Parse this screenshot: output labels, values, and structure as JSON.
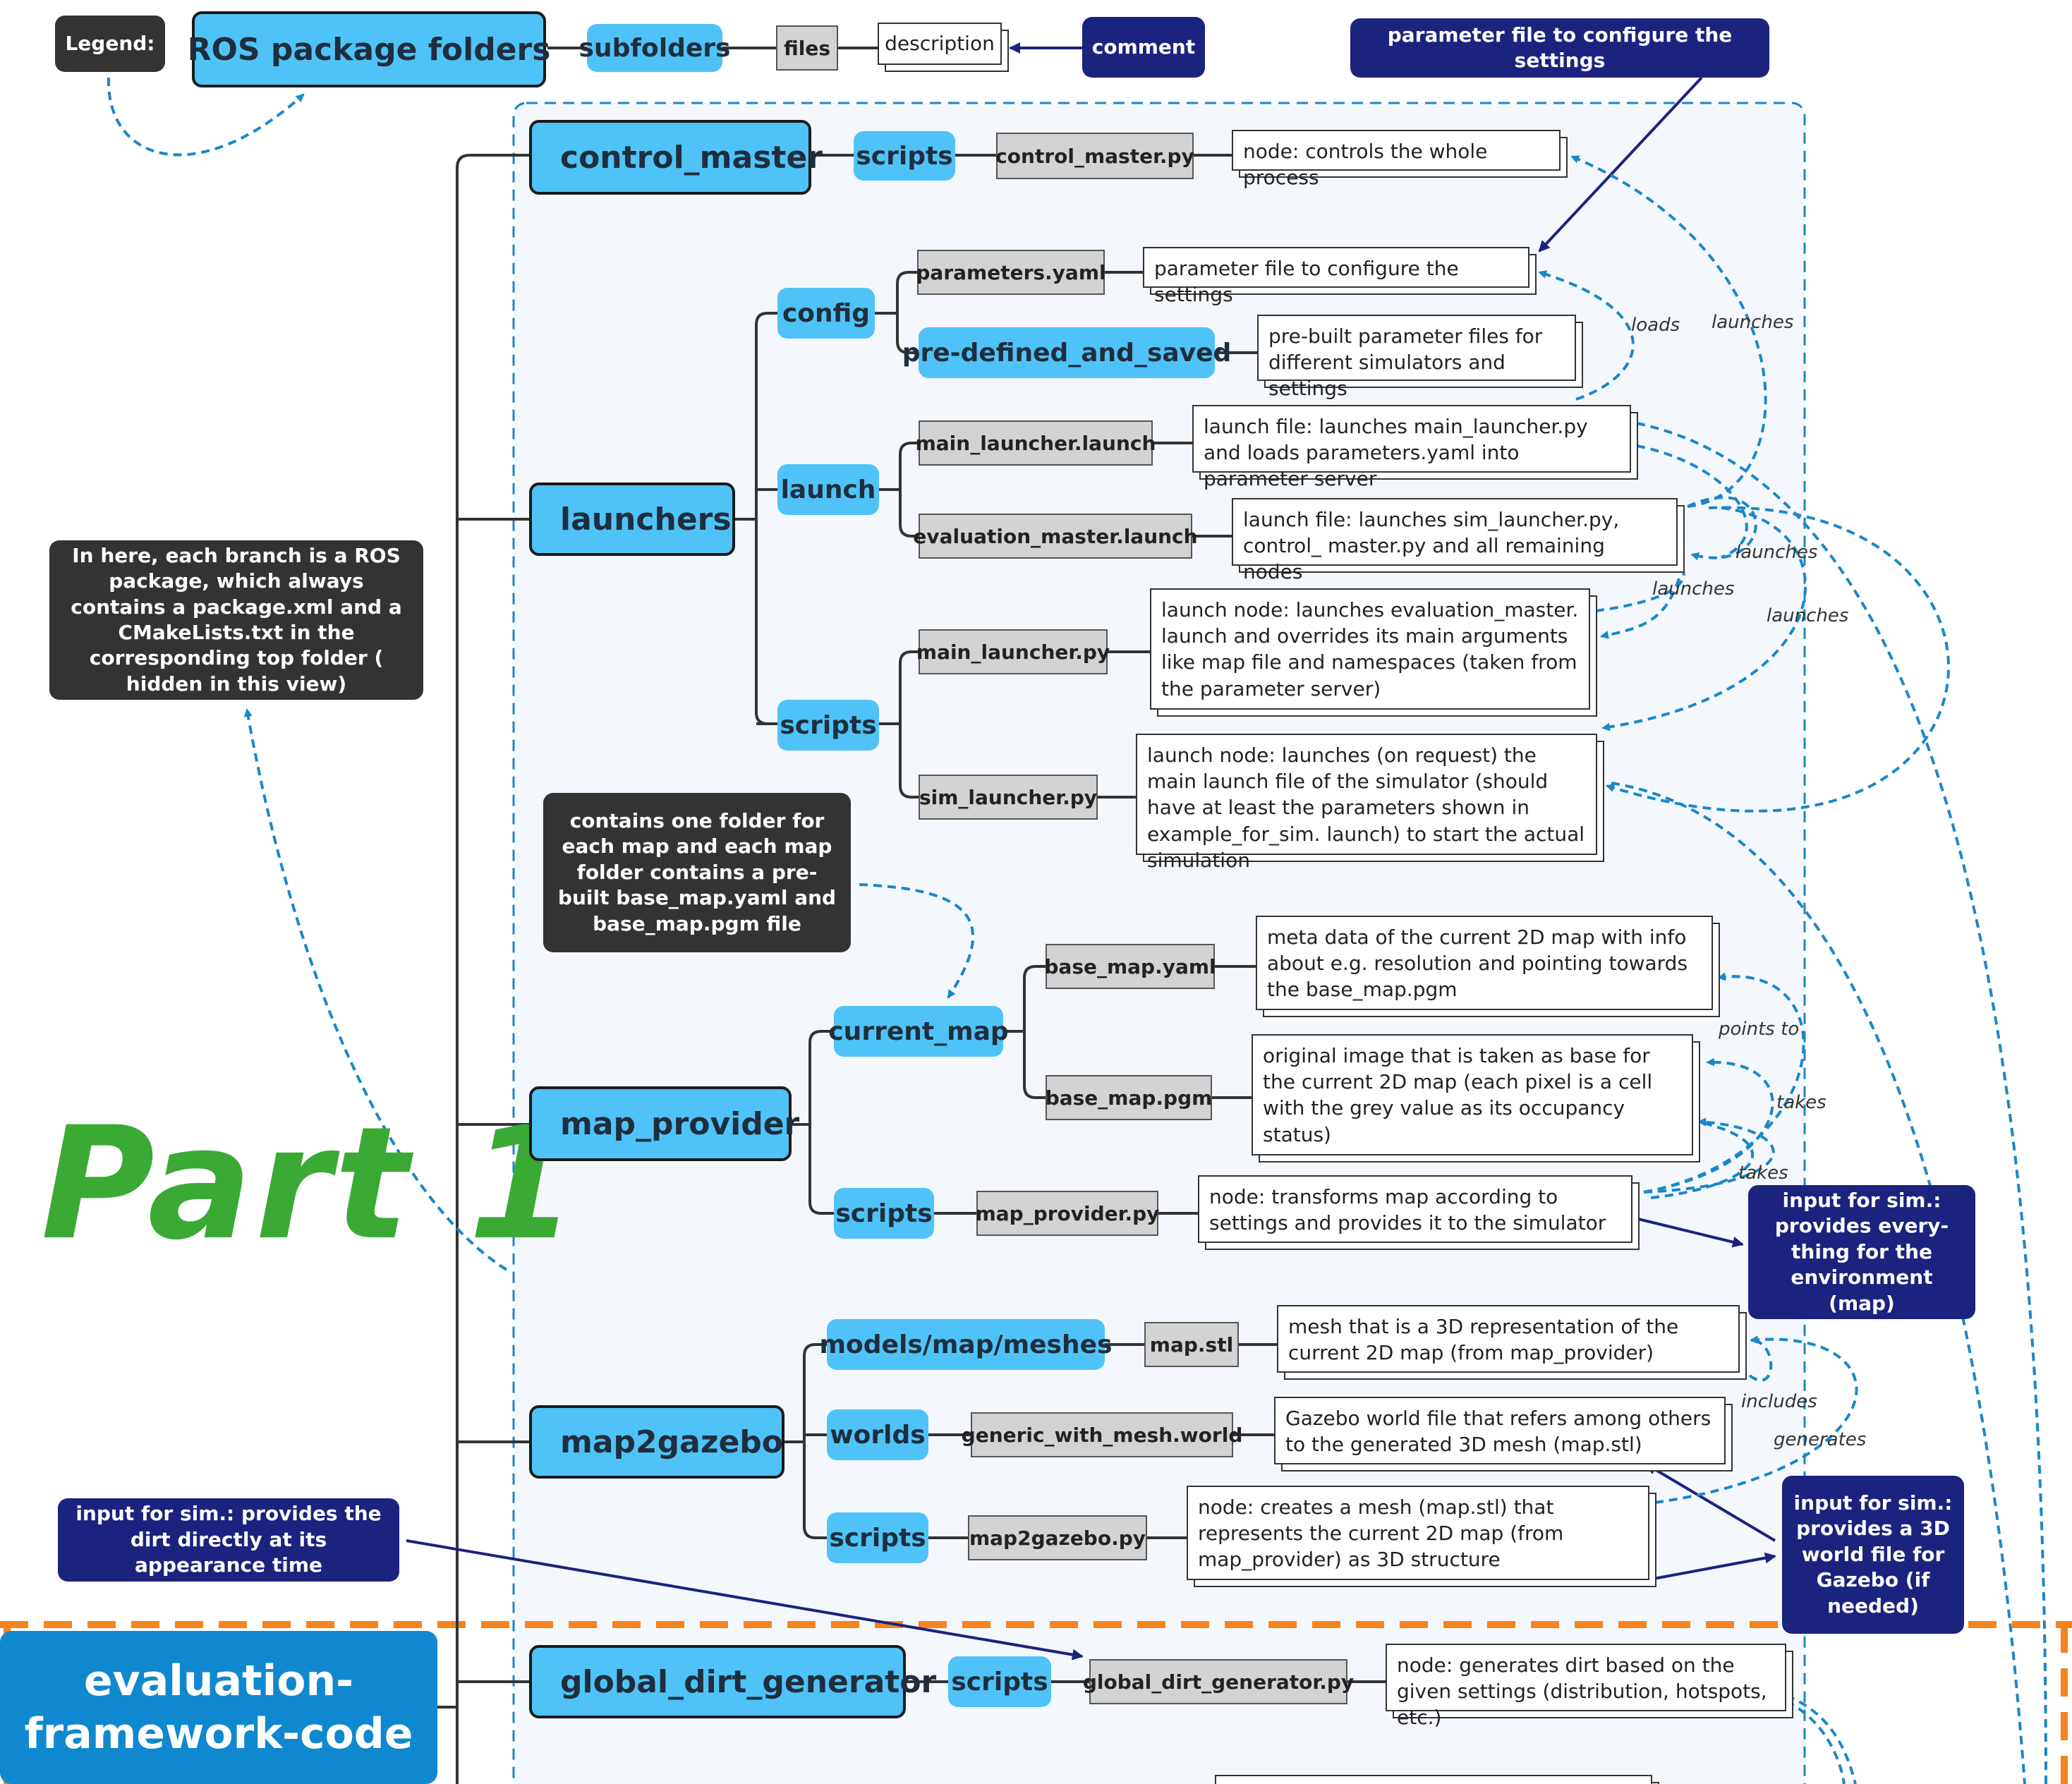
{
  "legend": {
    "label": "Legend:",
    "package": "ROS package folders",
    "subfolder": "subfolders",
    "file": "files",
    "description": "description",
    "comment": "comment"
  },
  "notes": {
    "param_comment": "parameter file to configure the settings",
    "ros_package_note": "In here, each branch is a ROS package, which always contains a package.xml and a CMakeLists.txt in the corresponding top folder ( hidden in this view)",
    "maps_note": "contains one folder for each map and each map folder contains a pre-built base_map.yaml and base_map.pgm file",
    "map_input_note": "input for sim.: provides every-thing for the environment (map)",
    "dirt_input_note": "input for sim.: provides the dirt directly at its appearance time",
    "gazebo_input_note": "input for sim.: provides a 3D world file for Gazebo (if needed)"
  },
  "part_label": "Part 1",
  "framework_label": "evaluation-framework-code",
  "packages": {
    "control_master": "control_master",
    "launchers": "launchers",
    "map_provider": "map_provider",
    "map2gazebo": "map2gazebo",
    "global_dirt_generator": "global_dirt_generator"
  },
  "subfolders": {
    "cm_scripts": "scripts",
    "config": "config",
    "predefined": "pre-defined_and_saved",
    "launch": "launch",
    "launchers_scripts": "scripts",
    "current_map": "current_map",
    "mp_scripts": "scripts",
    "models": "models/map/meshes",
    "worlds": "worlds",
    "m2g_scripts": "scripts",
    "gdg_scripts": "scripts"
  },
  "files": {
    "control_master_py": "control_master.py",
    "parameters_yaml": "parameters.yaml",
    "main_launcher_launch": "main_launcher.launch",
    "evaluation_master_launch": "evaluation_master.launch",
    "main_launcher_py": "main_launcher.py",
    "sim_launcher_py": "sim_launcher.py",
    "base_map_yaml": "base_map.yaml",
    "base_map_pgm": "base_map.pgm",
    "map_provider_py": "map_provider.py",
    "map_stl": "map.stl",
    "generic_world": "generic_with_mesh.world",
    "map2gazebo_py": "map2gazebo.py",
    "global_dirt_generator_py": "global_dirt_generator.py"
  },
  "descriptions": {
    "control_master": "node: controls the whole process",
    "parameters": "parameter file to configure the settings",
    "predefined": "pre-built parameter files for different simulators and settings",
    "main_launcher_launch": "launch file: launches main_launcher.py and loads parameters.yaml into parameter server",
    "evaluation_master_launch": "launch file: launches sim_launcher.py, control_ master.py and all remaining nodes",
    "main_launcher_py": "launch node: launches evaluation_master. launch and overrides its main arguments like map file and namespaces (taken from the parameter server)",
    "sim_launcher_py": "launch node: launches (on request) the main launch file of the simulator (should have at least the parameters shown in example_for_sim. launch) to start the actual simulation",
    "base_map_yaml": "meta data of the current 2D map with info about e.g. resolution and pointing towards the base_map.pgm",
    "base_map_pgm": "original image that is taken as base for the current 2D map (each pixel is a cell with the grey value as its occupancy status)",
    "map_provider_py": "node: transforms map according to settings and provides it to the simulator",
    "map_stl": "mesh that is a 3D representation of the current 2D map (from map_provider)",
    "generic_world": "Gazebo world file that refers among others to the generated 3D mesh (map.stl)",
    "map2gazebo_py": "node: creates a mesh (map.stl) that represents the current 2D map (from map_provider) as 3D structure",
    "global_dirt_generator_py": "node: generates dirt based on the given settings (distribution, hotspots, etc.)"
  },
  "edge_labels": {
    "loads": "loads",
    "launches_1": "launches",
    "launches_2": "launches",
    "launches_3": "launches",
    "launches_4": "launches",
    "points_to": "points to",
    "takes_1": "takes",
    "takes_2": "takes",
    "includes": "includes",
    "generates": "generates"
  },
  "colors": {
    "package": "#4fc3f7",
    "file": "#d3d3d3",
    "comment": "#1a237e",
    "note": "#333333",
    "part": "#3aaa35",
    "framework": "#1088d0",
    "dashed_relation": "#1a87c9",
    "orange_border": "#f5841f",
    "panel": "#f4f8fc"
  }
}
